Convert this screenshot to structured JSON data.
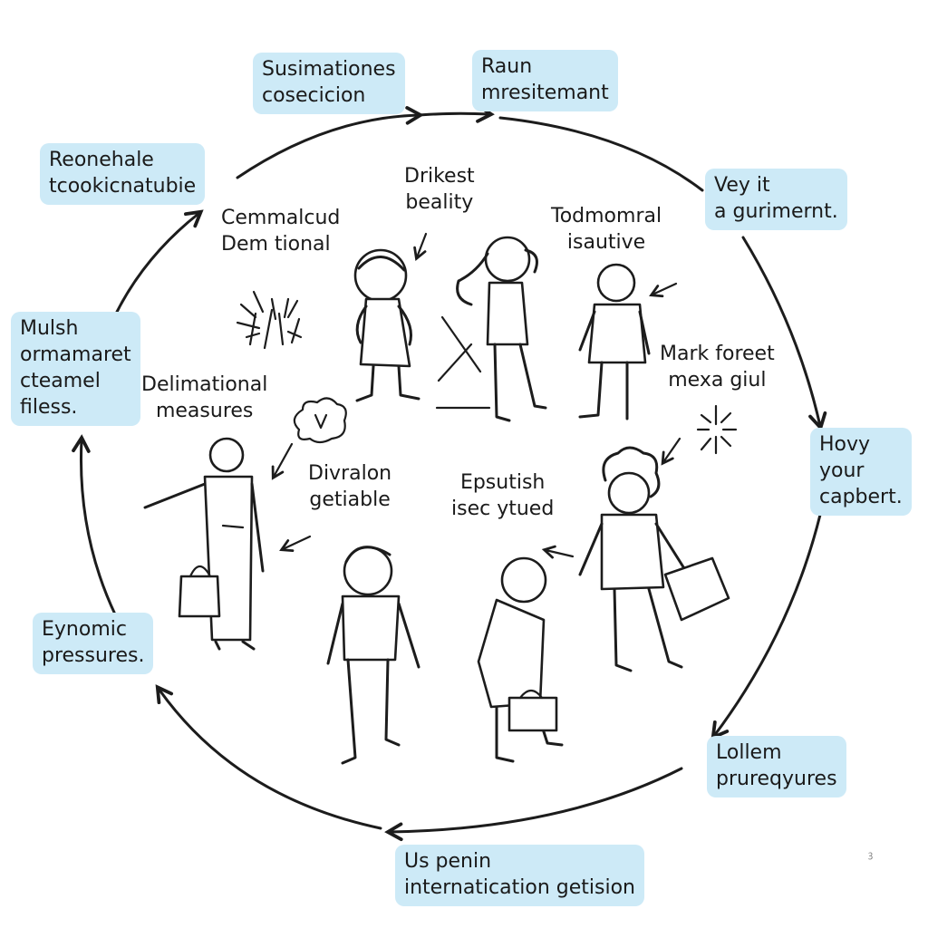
{
  "cycle_labels": [
    {
      "id": "top-left",
      "lines": [
        "Susimationes",
        "cosecicion"
      ]
    },
    {
      "id": "top-right",
      "lines": [
        "Raun",
        "mresitemant"
      ]
    },
    {
      "id": "upper-left",
      "lines": [
        "Reonehale",
        "tcookicnatubie"
      ]
    },
    {
      "id": "right-upper",
      "lines": [
        "Vey it",
        "a gurimernt."
      ]
    },
    {
      "id": "left",
      "lines": [
        "Mulsh",
        "ormamaret",
        "cteamel",
        "filess."
      ]
    },
    {
      "id": "right",
      "lines": [
        "Hovy",
        "your",
        "capbert."
      ]
    },
    {
      "id": "lower-left",
      "lines": [
        "Eynomic",
        "pressures."
      ]
    },
    {
      "id": "lower-right",
      "lines": [
        "Lollem",
        "prureqyures"
      ]
    },
    {
      "id": "bottom",
      "lines": [
        "Us penin",
        "internatication getision"
      ]
    }
  ],
  "inner_labels": [
    {
      "id": "cemmalcud",
      "lines": [
        "Cemmalcud",
        "Dem tional"
      ]
    },
    {
      "id": "drikest",
      "lines": [
        "Drikest",
        "beality"
      ]
    },
    {
      "id": "todmomral",
      "lines": [
        "Todmomral",
        "isautive"
      ]
    },
    {
      "id": "delimational",
      "lines": [
        "Delimational",
        "measures"
      ]
    },
    {
      "id": "mark-foreet",
      "lines": [
        "Mark foreet",
        "mexa giul"
      ]
    },
    {
      "id": "divralon",
      "lines": [
        "Divralon",
        "getiable"
      ]
    },
    {
      "id": "epsutish",
      "lines": [
        "Epsutish",
        "isec ytued"
      ]
    }
  ],
  "icons": [
    "burst-icon",
    "thought-cloud-icon",
    "sparkle-icon",
    "cycle-arrow-icon",
    "shopping-bag-icon",
    "person-figure-icon"
  ],
  "colors": {
    "label_background": "#cdeaf7",
    "ink": "#1c1c1c",
    "background": "#ffffff"
  }
}
